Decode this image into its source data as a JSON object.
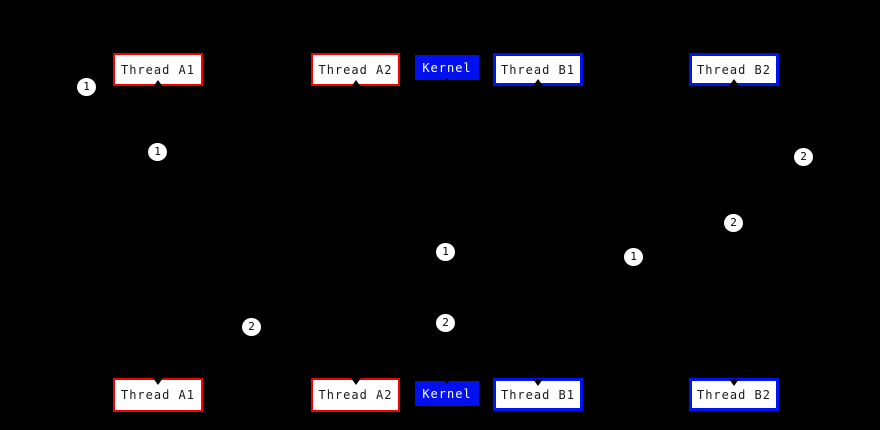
{
  "diagram": {
    "type": "thread-kernel-scheduling-diagram",
    "background_color": "#000000",
    "note": "edges are black and invisible against the background"
  },
  "colors": {
    "thread_a_border": "#f40000",
    "thread_b_border": "#0014f0",
    "kernel_fill": "#0011ee",
    "box_fill": "#ffffff",
    "box_text": "#1a1a1a",
    "kernel_text": "#ffffff",
    "circle_fill": "#ffffff",
    "circle_text": "#000000"
  },
  "boxes": {
    "top": [
      {
        "label": "Thread A1"
      },
      {
        "label": "Thread A2"
      },
      {
        "label": "Kernel"
      },
      {
        "label": "Thread B1"
      },
      {
        "label": "Thread B2"
      }
    ],
    "bottom": [
      {
        "label": "Thread A1"
      },
      {
        "label": "Thread A2"
      },
      {
        "label": "Kernel"
      },
      {
        "label": "Thread B1"
      },
      {
        "label": "Thread B2"
      }
    ]
  },
  "circles": [
    {
      "label": "1"
    },
    {
      "label": "1"
    },
    {
      "label": "2"
    },
    {
      "label": "2"
    },
    {
      "label": "1"
    },
    {
      "label": "1"
    },
    {
      "label": "2"
    },
    {
      "label": "2"
    }
  ]
}
